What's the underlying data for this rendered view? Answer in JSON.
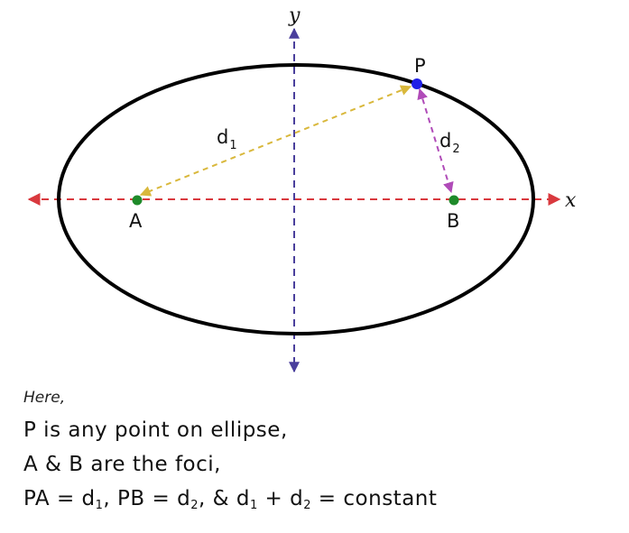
{
  "diagram": {
    "axis_x_label": "x",
    "axis_y_label": "y",
    "point_p_label": "P",
    "focus_a_label": "A",
    "focus_b_label": "B",
    "d1_letter": "d",
    "d1_sub": "1",
    "d2_letter": "d",
    "d2_sub": "2",
    "colors": {
      "ellipse": "#000000",
      "x_axis": "#d9393e",
      "y_axis": "#4a3f9c",
      "d1_arrow": "#d9b83c",
      "d2_arrow": "#b04bb8",
      "point_p": "#1f1fe6",
      "foci": "#1e8a2a"
    }
  },
  "caption": {
    "here": "Here,",
    "line1": "P is any point on ellipse,",
    "line2": "A & B are the foci,",
    "line3": {
      "pa": "PA = d",
      "pa_sub": "1",
      "pb": ", PB = d",
      "pb_sub": "2",
      "amp": ", & d",
      "amp_sub": "1",
      "plus": " + d",
      "plus_sub": "2",
      "tail": " = constant"
    }
  }
}
